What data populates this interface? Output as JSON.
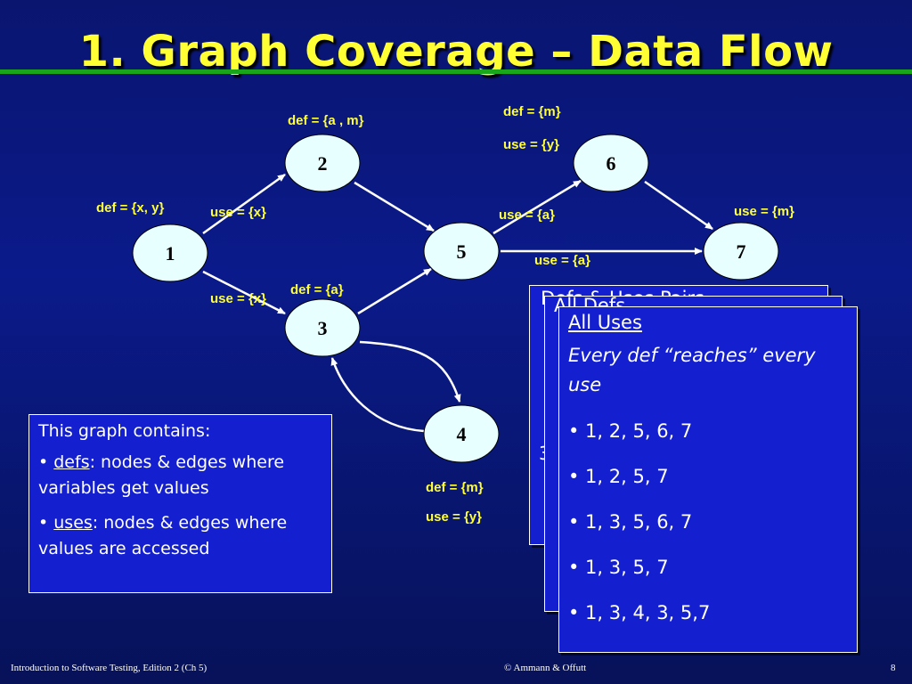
{
  "slide": {
    "title": "1. Graph Coverage – Data Flow",
    "accent_rule_color": "#1aa61a",
    "title_color": "#ffff33",
    "background_color": "#0a1a8a"
  },
  "graph": {
    "nodes": [
      {
        "id": "1",
        "label": "1"
      },
      {
        "id": "2",
        "label": "2"
      },
      {
        "id": "3",
        "label": "3"
      },
      {
        "id": "4",
        "label": "4"
      },
      {
        "id": "5",
        "label": "5"
      },
      {
        "id": "6",
        "label": "6"
      },
      {
        "id": "7",
        "label": "7"
      }
    ],
    "edges": [
      {
        "from": "1",
        "to": "2"
      },
      {
        "from": "1",
        "to": "3"
      },
      {
        "from": "2",
        "to": "5"
      },
      {
        "from": "3",
        "to": "5"
      },
      {
        "from": "3",
        "to": "4"
      },
      {
        "from": "4",
        "to": "3"
      },
      {
        "from": "5",
        "to": "6"
      },
      {
        "from": "5",
        "to": "7"
      },
      {
        "from": "6",
        "to": "7"
      }
    ],
    "annotations": {
      "node1_def": "def = {x, y}",
      "node2_def": "def = {a , m}",
      "node3_def": "def = {a}",
      "node4_def": "def = {m}",
      "node4_use": "use = {y}",
      "node6_def": "def = {m}",
      "node6_use": "use = {y}",
      "node7_use": "use = {m}",
      "edge_1_2_use": "use = {x}",
      "edge_1_3_use": "use = {x}",
      "edge_5_6_use": "use = {a}",
      "edge_5_7_use": "use = {a}"
    }
  },
  "info_box": {
    "heading": "This graph contains:",
    "bullet": "• ",
    "defs_term": "defs",
    "defs_text": ": nodes & edges where variables get values",
    "uses_term": "uses",
    "uses_text": ": nodes & edges where values are accessed"
  },
  "cards": {
    "back_title": "Defs & Uses Pairs",
    "mid_title": "All Defs",
    "front_title": "All Uses",
    "front_subtitle": "Every def “reaches” every use",
    "paths": [
      "• 1, 2, 5, 6, 7",
      "• 1, 2, 5, 7",
      "• 1, 3, 5, 6, 7",
      "• 1, 3, 5, 7",
      "• 1, 3, 4, 3, 5,7"
    ],
    "hidden_fragment": "3"
  },
  "footer": {
    "left": "Introduction to Software Testing, Edition 2  (Ch 5)",
    "center": "© Ammann & Offutt",
    "page": "8"
  }
}
